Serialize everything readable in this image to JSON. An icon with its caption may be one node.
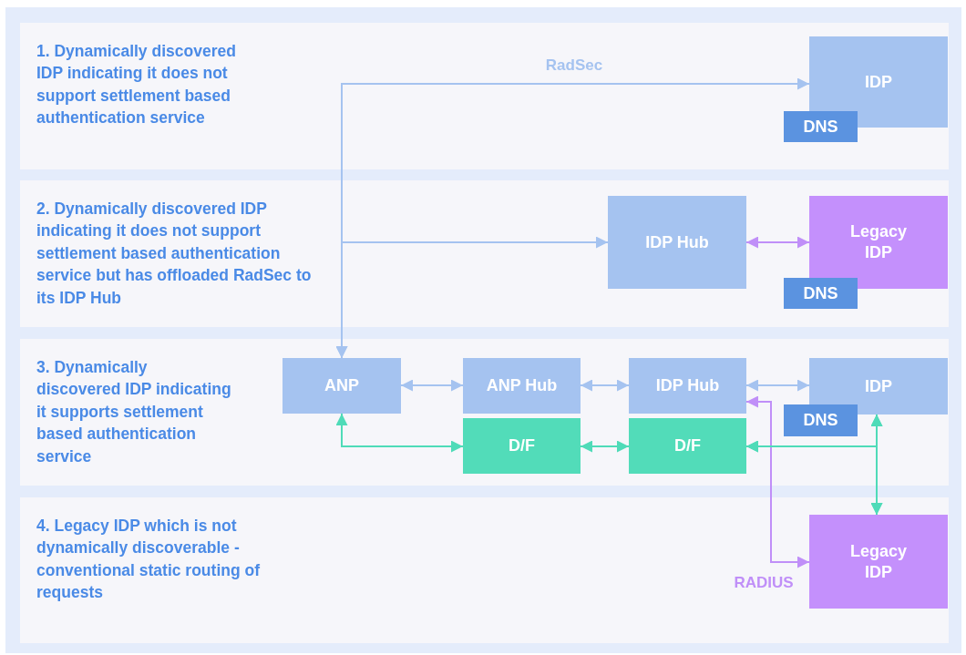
{
  "diagram": {
    "nodes": [
      {
        "text": [
          "1. Dynamically discovered IDP indicating it does not support settlement based authentication service"
        ]
      },
      {
        "text": [
          "IDP"
        ],
        "in": 0
      },
      {
        "text": [
          "DNS"
        ],
        "in": 0
      },
      {
        "text": [
          "2. Dynamically discovered IDP indicating it does not support settlement based authentication service but has offloaded RadSec to its IDP Hub"
        ]
      },
      {
        "text": [
          "IDP Hub"
        ],
        "in": 3
      },
      {
        "text": [
          "Legacy IDP"
        ],
        "in": 3
      },
      {
        "text": [
          "DNS"
        ],
        "in": 3
      },
      {
        "text": [
          "3. Dynamically discovered IDP indicating it supports settlement based authentication service"
        ]
      },
      {
        "text": [
          "ANP"
        ],
        "in": 7
      },
      {
        "text": [
          "ANP Hub"
        ],
        "in": 7
      },
      {
        "text": [
          "IDP Hub"
        ],
        "in": 7
      },
      {
        "text": [
          "IDP"
        ],
        "in": 7
      },
      {
        "text": [
          "DNS"
        ],
        "in": 7
      },
      {
        "text": [
          "D/F"
        ],
        "in": 7
      },
      {
        "text": [
          "D/F"
        ],
        "in": 7
      },
      {
        "text": [
          "4. Legacy IDP which is not dynamically discoverable - conventional static routing of requests"
        ]
      },
      {
        "text": [
          "Legacy IDP"
        ],
        "in": 15
      }
    ],
    "edges": [
      {
        "from": 8,
        "to": 1,
        "arrow": "both",
        "label": "RadSec",
        "color": "#a5c3f0"
      },
      {
        "from": 8,
        "to": 4,
        "arrow": "both",
        "color": "#a5c3f0"
      },
      {
        "from": 8,
        "to": 9,
        "arrow": "both",
        "color": "#a5c3f0"
      },
      {
        "from": 9,
        "to": 10,
        "arrow": "both",
        "color": "#a5c3f0"
      },
      {
        "from": 10,
        "to": 11,
        "arrow": "both",
        "color": "#a5c3f0"
      },
      {
        "from": 4,
        "to": 5,
        "arrow": "both",
        "color": "#c08ff8"
      },
      {
        "from": 10,
        "to": 16,
        "arrow": "both",
        "label": "RADIUS",
        "color": "#c08ff8"
      },
      {
        "from": 8,
        "to": 13,
        "arrow": "both",
        "color": "#4fdbb8"
      },
      {
        "from": 13,
        "to": 14,
        "arrow": "both",
        "color": "#4fdbb8"
      },
      {
        "from": 14,
        "to": 11,
        "arrow": "both",
        "color": "#4fdbb8"
      },
      {
        "from": 14,
        "to": 16,
        "arrow": "both",
        "color": "#4fdbb8"
      },
      {
        "from": 11,
        "to": 16,
        "arrow": "both",
        "color": "#4fdbb8"
      }
    ]
  }
}
